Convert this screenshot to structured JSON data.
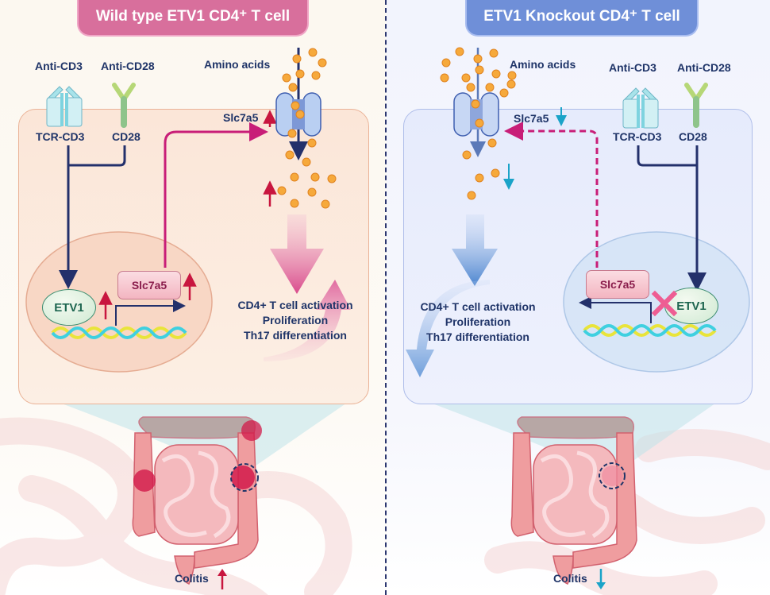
{
  "wild_type": {
    "title": "Wild type ETV1 CD4⁺ T cell",
    "anti_cd3": "Anti-CD3",
    "anti_cd28": "Anti-CD28",
    "tcr_cd3": "TCR-CD3",
    "cd28": "CD28",
    "amino_acids": "Amino acids",
    "transporter_label": "Slc7a5",
    "transporter_regulation": "up",
    "gene_box": "Slc7a5",
    "etv1": "ETV1",
    "outcomes": [
      "CD4+ T cell activation",
      "Proliferation",
      "Th17 differentiation"
    ],
    "outcome_regulation": "up",
    "disease": "Colitis",
    "disease_regulation": "up"
  },
  "knockout": {
    "title": "ETV1 Knockout CD4⁺ T cell",
    "anti_cd3": "Anti-CD3",
    "anti_cd28": "Anti-CD28",
    "tcr_cd3": "TCR-CD3",
    "cd28": "CD28",
    "amino_acids": "Amino acids",
    "transporter_label": "Slc7a5",
    "transporter_regulation": "down",
    "gene_box": "Slc7a5",
    "etv1": "ETV1",
    "outcomes": [
      "CD4+ T cell activation",
      "Proliferation",
      "Th17 differentiation"
    ],
    "outcome_regulation": "down",
    "disease": "Colitis",
    "disease_regulation": "down"
  },
  "colors": {
    "wt_accent": "#d86f9c",
    "ko_accent": "#6f8fd8",
    "up_arrow": "#c8163f",
    "down_arrow": "#1aa3c8",
    "signal_line": "#23306b",
    "slc7a5_pathway": "#c81e78",
    "amino_acid": "#f6a93b",
    "text": "#1f3468"
  }
}
